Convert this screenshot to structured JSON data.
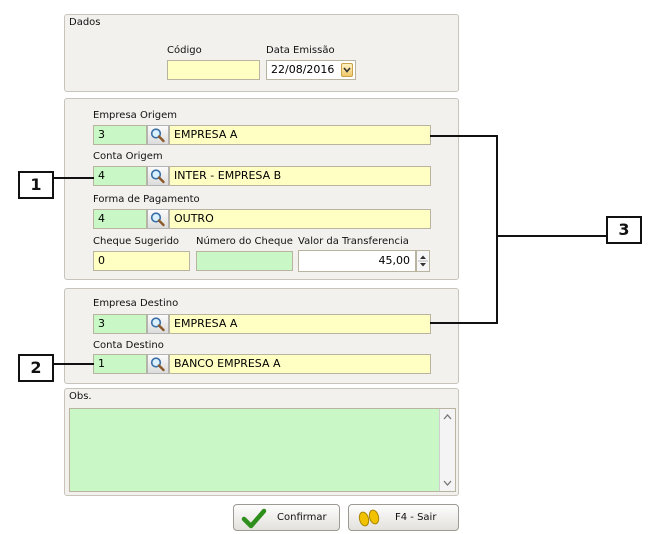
{
  "dados": {
    "title": "Dados",
    "codigo_label": "Código",
    "codigo_value": "",
    "data_label": "Data Emissão",
    "data_value": "22/08/2016"
  },
  "origem": {
    "empresa_label": "Empresa Origem",
    "empresa_code": "3",
    "empresa_name": "EMPRESA A",
    "conta_label": "Conta Origem",
    "conta_code": "4",
    "conta_name": "INTER - EMPRESA B",
    "forma_label": "Forma de Pagamento",
    "forma_code": "4",
    "forma_name": "OUTRO",
    "cheque_label": "Cheque Sugerido",
    "cheque_value": "0",
    "numero_label": "Número do Cheque",
    "numero_value": "",
    "valor_label": "Valor da Transferencia",
    "valor_value": "45,00"
  },
  "destino": {
    "empresa_label": "Empresa Destino",
    "empresa_code": "3",
    "empresa_name": "EMPRESA A",
    "conta_label": "Conta Destino",
    "conta_code": "1",
    "conta_name": "BANCO EMPRESA A"
  },
  "obs": {
    "title": "Obs.",
    "value": ""
  },
  "buttons": {
    "confirmar": "Confirmar",
    "sair": "F4 - Sair"
  },
  "callouts": {
    "one": "1",
    "two": "2",
    "three": "3"
  }
}
